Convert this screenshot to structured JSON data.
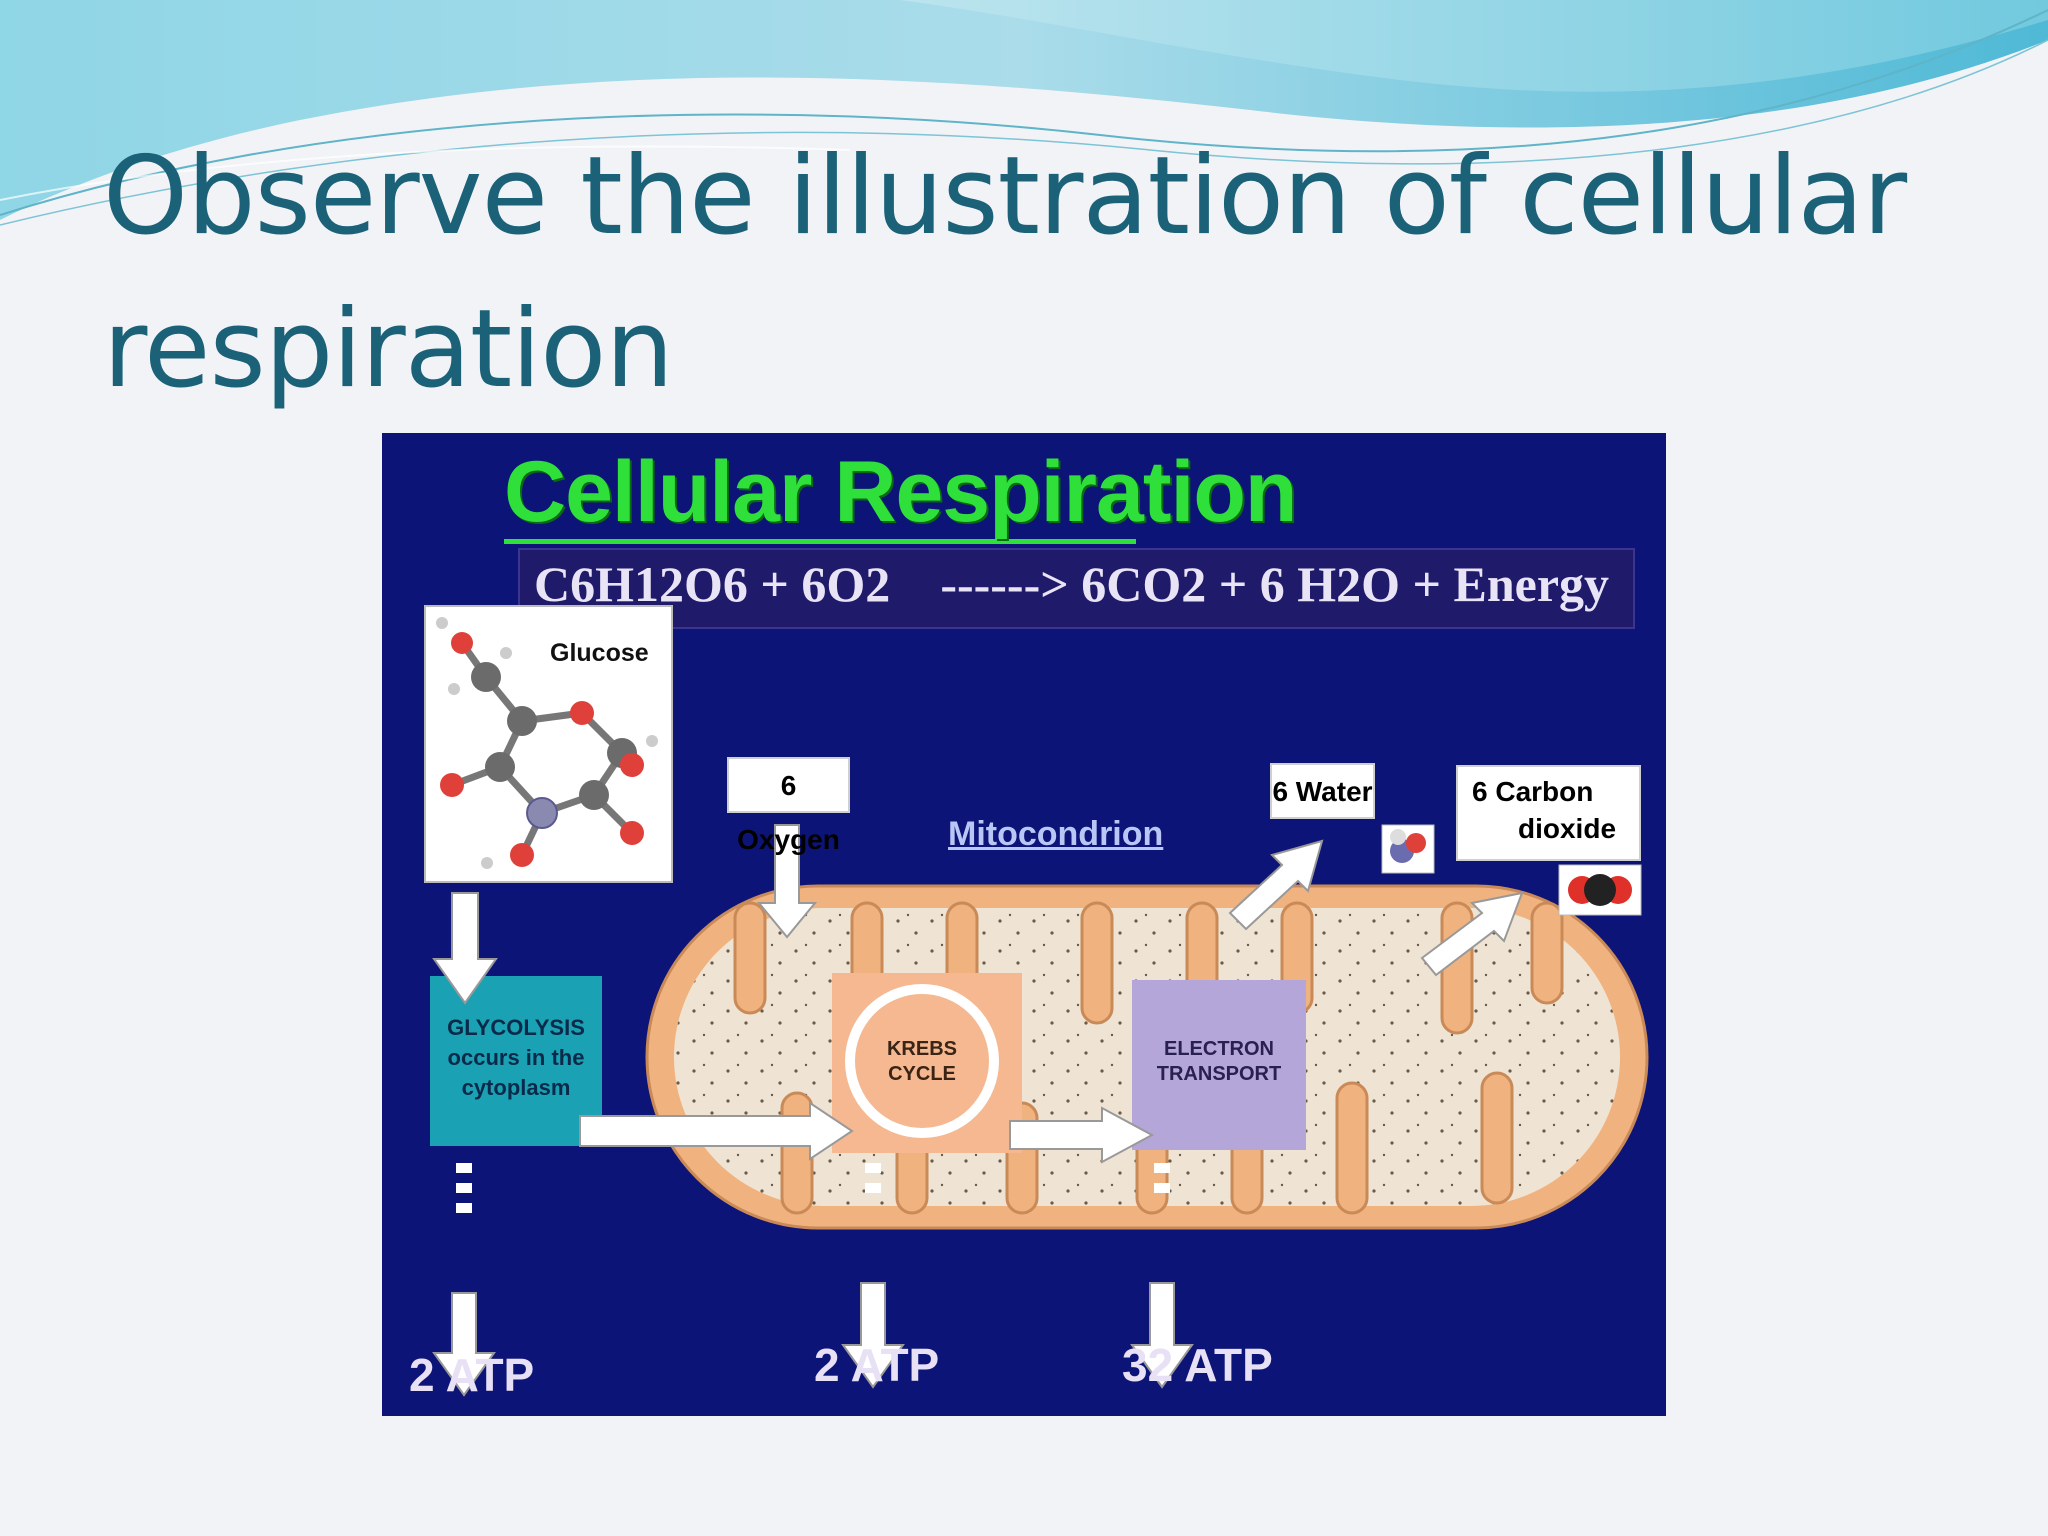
{
  "slide": {
    "title": "Observe the illustration of cellular respiration"
  },
  "figure": {
    "heading": "Cellular Respiration",
    "equation": {
      "reactant_glucose": "C6H12O6",
      "reactant_oxygen": "6O2",
      "arrow": "------>",
      "product_co2": "6CO2",
      "product_water": "6 H2O",
      "product_energy": "Energy"
    },
    "glucose_label": "Glucose",
    "oxygen_label": "6 Oxygen",
    "mitochondrion_label": "Mitocondrion",
    "water_label": "6 Water",
    "co2_label_line1": "6 Carbon",
    "co2_label_line2": "dioxide",
    "glycolysis": {
      "line1": "GLYCOLYSIS",
      "line2": "occurs in the",
      "line3": "cytoplasm"
    },
    "krebs": {
      "line1": "KREBS",
      "line2": "CYCLE"
    },
    "electron": {
      "line1": "ELECTRON",
      "line2": "TRANSPORT"
    },
    "atp_glycolysis": "2 ATP",
    "atp_krebs": "2 ATP",
    "atp_electron": "32 ATP"
  },
  "colors": {
    "title": "#1b6278",
    "figure_bg": "#0d1477",
    "heading_green": "#2fe03a",
    "mitochondrion": "#f0b27e",
    "matrix": "#efe4d3",
    "glycolysis_box": "#1aa2b4",
    "krebs_box": "#f5b890",
    "electron_box": "#b4a6d8",
    "atp_text": "#e8e0f5"
  },
  "icons": [
    "glucose-molecule-icon",
    "water-molecule-icon",
    "co2-molecule-icon",
    "krebs-cycle-arrows-icon"
  ]
}
